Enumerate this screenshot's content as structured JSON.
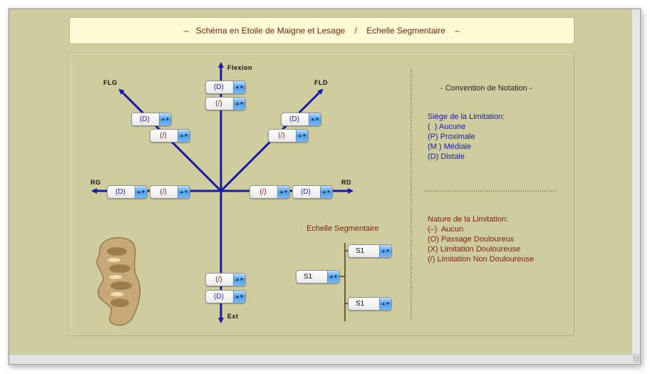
{
  "title": {
    "prefix": "–",
    "main": "Schéma en Etoile de Maigne et Lesage",
    "separator": "/",
    "secondary": "Echelle Segmentaire",
    "suffix": "–"
  },
  "axes": {
    "top": "Flexion",
    "bottom": "Ext",
    "left": "RG",
    "right": "RD",
    "upper_left": "FLG",
    "upper_right": "FLD"
  },
  "selectors": {
    "flexion_siege": "(D)",
    "flexion_nature": "(/)",
    "flg_siege": "(D)",
    "flg_nature": "(/)",
    "fld_siege": "(D)",
    "fld_nature": "(/)",
    "rg_siege": "(D)",
    "rg_nature": "(/)",
    "rd_nature": "(/)",
    "rd_siege": "(D)",
    "ext_nature": "(/)",
    "ext_siege": "(D)"
  },
  "segmental": {
    "title": "Echelle Segmentaire",
    "left": "S1",
    "upper": "S1",
    "lower": "S1"
  },
  "convention": {
    "title": "- Convention de Notation -",
    "siege_title": "Siège de la Limitation:",
    "siege_items": [
      "(  ) Aucune",
      "(P) Proximale",
      "(M ) Médiale",
      "(D) Distale"
    ],
    "nature_title": "Nature de la Limitation:",
    "nature_items": [
      "(–)  Aucun",
      "(O) Passage Douloureux",
      "(X) Limitation Douloureuse",
      "(/) Limitation Non Douloureuse"
    ]
  },
  "colors": {
    "background": "#cfcda0",
    "banner": "#fdfbd3",
    "axis": "#1a1aa6",
    "text_red": "#7a1f12",
    "text_blue": "#1a1aa6"
  },
  "icons": {
    "spine": "lumbar-spine-illustration",
    "popup_arrows": "up-down-arrows-icon"
  }
}
